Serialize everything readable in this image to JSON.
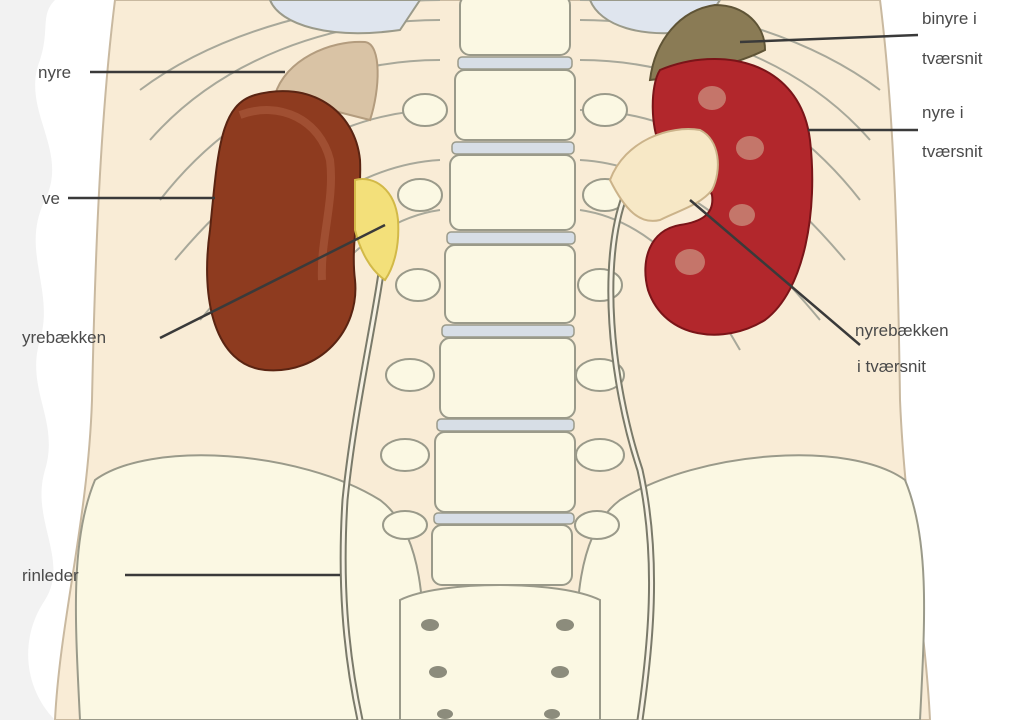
{
  "labels": {
    "left_adrenal": "nyre",
    "left_kidney": "ve",
    "left_pelvis": "yrebækken",
    "left_ureter": "rinleder",
    "right_adrenal_line1": "binyre i",
    "right_adrenal_line2": "tværsnit",
    "right_kidney_line1": "nyre i",
    "right_kidney_line2": "tværsnit",
    "right_pelvis_line1": "nyrebækken",
    "right_pelvis_line2": "i tværsnit"
  },
  "colors": {
    "background": "#f2f2f2",
    "skin": "#f9ecd6",
    "bone": "#fbf8e3",
    "outline": "#8c8c8c",
    "kidney_left": "#8e3b1f",
    "kidney_right": "#b2272c",
    "adrenal": "#d9c3a5",
    "adrenal_right": "#8a7b55",
    "pelvis": "#f3e07a",
    "leader_line": "#3a3a3a"
  },
  "icons": [
    "kidney-anatomy-illustration"
  ]
}
